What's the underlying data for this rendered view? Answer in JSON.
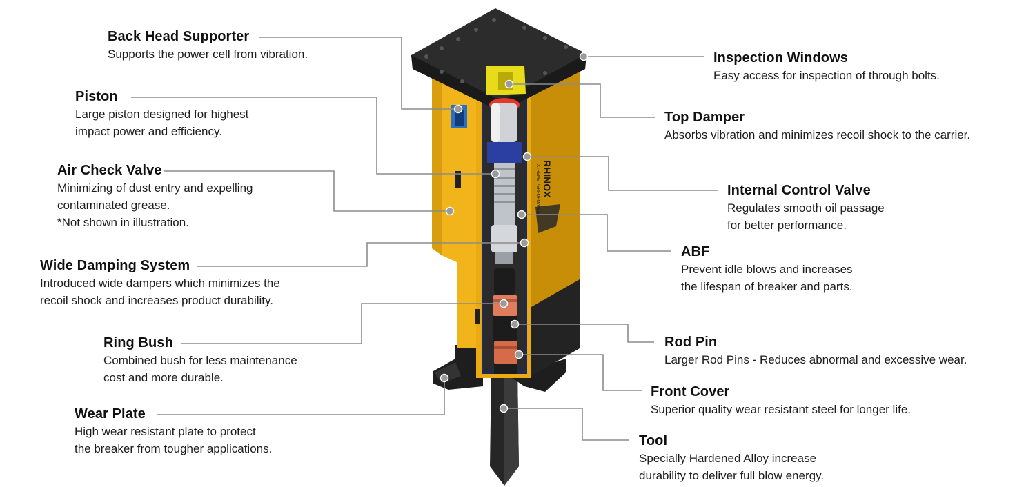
{
  "brand": {
    "name": "RHINOX",
    "tagline": "XTREME PERFORMANCE",
    "colors": {
      "body": "#f2b41b",
      "body_dark": "#c98e08",
      "steel": "#2d2d2d",
      "interior": "#1f2a55"
    }
  },
  "callouts": {
    "back_head_supporter": {
      "title": "Back Head Supporter",
      "desc": "Supports the power cell from vibration."
    },
    "piston": {
      "title": "Piston",
      "desc": "Large piston designed for highest\nimpact power and efficiency."
    },
    "air_check_valve": {
      "title": "Air Check Valve",
      "desc": "Minimizing of dust entry and expelling\ncontaminated grease.\n*Not shown in illustration."
    },
    "wide_damping_system": {
      "title": "Wide Damping System",
      "desc": "Introduced wide dampers which minimizes the\nrecoil shock and increases product durability."
    },
    "ring_bush": {
      "title": "Ring Bush",
      "desc": "Combined bush for less maintenance\ncost and more durable."
    },
    "wear_plate": {
      "title": "Wear Plate",
      "desc": "High wear resistant plate to protect\nthe breaker from tougher applications."
    },
    "inspection_windows": {
      "title": "Inspection Windows",
      "desc": "Easy access for inspection of through bolts."
    },
    "top_damper": {
      "title": "Top Damper",
      "desc": "Absorbs vibration and minimizes recoil shock to the carrier."
    },
    "internal_control_valve": {
      "title": "Internal Control Valve",
      "desc": "Regulates smooth oil passage\nfor better performance."
    },
    "abf": {
      "title": "ABF",
      "desc": "Prevent idle blows and increases\nthe lifespan of breaker and parts."
    },
    "rod_pin": {
      "title": "Rod Pin",
      "desc": "Larger Rod Pins - Reduces abnormal and excessive wear."
    },
    "front_cover": {
      "title": "Front Cover",
      "desc": "Superior quality wear resistant steel for longer life."
    },
    "tool": {
      "title": "Tool",
      "desc": "Specially Hardened Alloy increase\ndurability to deliver full blow energy."
    }
  }
}
